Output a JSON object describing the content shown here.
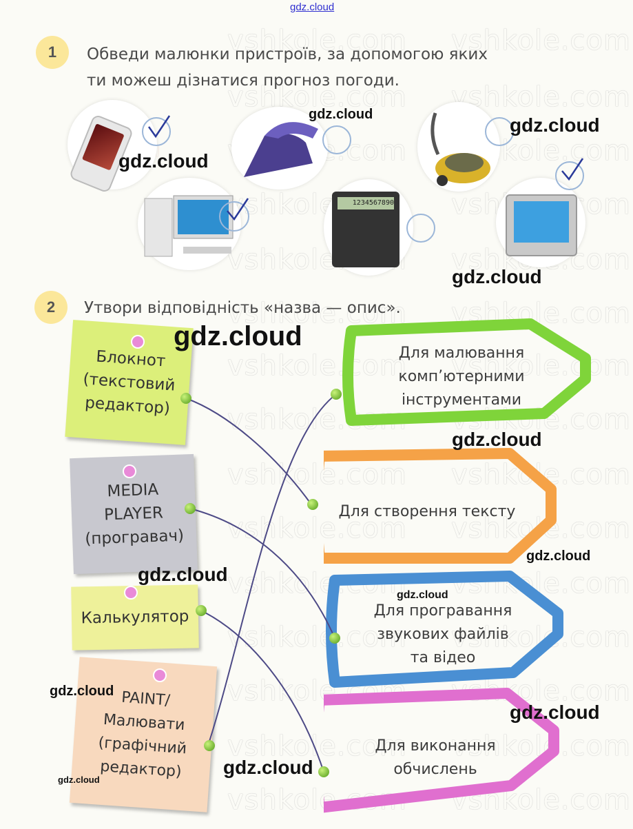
{
  "source_watermark": "gdz.cloud",
  "watermark_site": "vshkole.com",
  "watermark_partial": "olecom",
  "task1": {
    "number": "1",
    "text_line1": "Обведи малюнки пристроїв, за допомогою яких",
    "text_line2": "ти можеш дізнатися прогноз погоди.",
    "devices": [
      {
        "name": "Mobile phone",
        "checked": true
      },
      {
        "name": "Iron",
        "checked": false
      },
      {
        "name": "Vacuum cleaner",
        "checked": false
      },
      {
        "name": "Desktop computer",
        "checked": true
      },
      {
        "name": "Calculator",
        "checked": false
      },
      {
        "name": "TV",
        "checked": true
      }
    ],
    "calc_display": "1234567890"
  },
  "task2": {
    "number": "2",
    "text": "Утвори відповідність «назва — опис».",
    "names": [
      {
        "l1": "Блокнот",
        "l2": "(текстовий",
        "l3": "редактор)"
      },
      {
        "l1": "MEDIA",
        "l2": "PLAYER",
        "l3": "(програвач)"
      },
      {
        "l1": "Калькулятор"
      },
      {
        "l1": "PAINT/",
        "l2": "Малювати",
        "l3": "(графічний",
        "l4": "редактор)"
      }
    ],
    "descriptions": [
      {
        "l1": "Для малювання",
        "l2": "комп’ютерними",
        "l3": "інструментами"
      },
      {
        "l1": "Для створення тексту"
      },
      {
        "l1": "Для програвання",
        "l2": "звукових файлів",
        "l3": "та відео"
      },
      {
        "l1": "Для виконання",
        "l2": "обчислень"
      }
    ]
  },
  "colors": {
    "note_green": "#dcef7a",
    "note_gray": "#c8c8cf",
    "note_yellow": "#eef19a",
    "note_peach": "#f8d9be",
    "tag_green": "#7fd43a",
    "tag_orange": "#f5a247",
    "tag_blue": "#4a8fd3",
    "tag_pink": "#e06fcf",
    "line": "#4d4a86"
  }
}
